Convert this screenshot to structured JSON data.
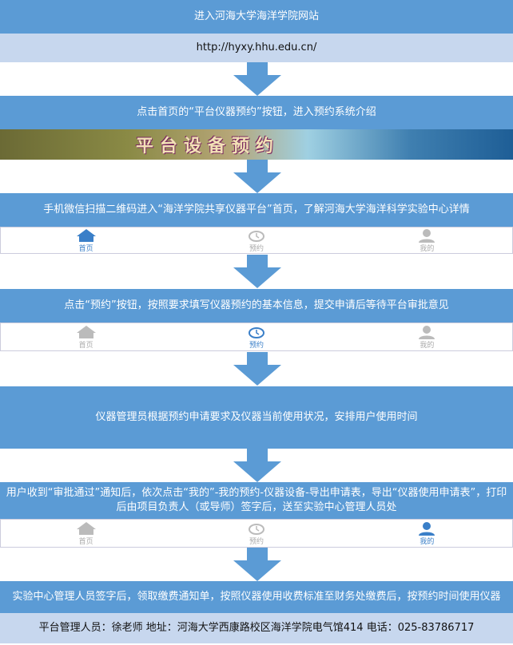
{
  "steps": {
    "s1": "进入河海大学海洋学院网站",
    "url": "http://hyxy.hhu.edu.cn/",
    "s2": "点击首页的“平台仪器预约”按钮，进入预约系统介绍",
    "banner": "平台设备预约",
    "s3": "手机微信扫描二维码进入“海洋学院共享仪器平台”首页，了解河海大学海洋科学实验中心详情",
    "s4": "点击“预约”按钮，按照要求填写仪器预约的基本信息，提交申请后等待平台审批意见",
    "s5": "仪器管理员根据预约申请要求及仪器当前使用状况，安排用户使用时间",
    "s6": "用户收到“审批通过”通知后，依次点击“我的”-我的预约-仪器设备-导出申请表，导出“仪器使用申请表”，打印后由项目负责人（或导师）签字后，送至实验中心管理人员处",
    "s7": "实验中心管理人员签字后，领取缴费通知单，按照仪器使用收费标准至财务处缴费后，按预约时间使用仪器",
    "footer": "平台管理人员：徐老师 地址：河海大学西康路校区海洋学院电气馆414 电话：025-83786717"
  },
  "tabs": {
    "home": "首页",
    "book": "预约",
    "mine": "我的"
  },
  "colors": {
    "blue": "#5b9bd5",
    "light": "#c7d7ee",
    "active": "#3a7fc8"
  }
}
